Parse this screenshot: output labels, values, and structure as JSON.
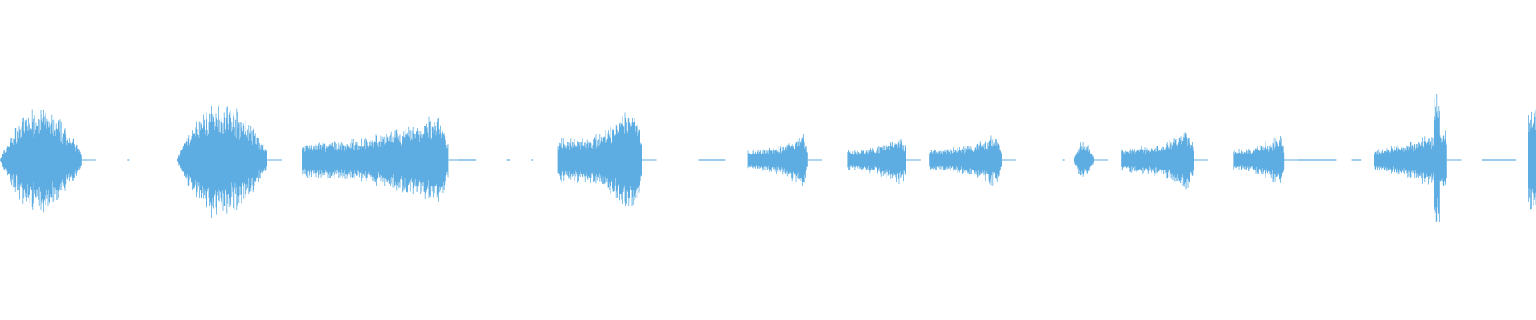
{
  "waveform": {
    "color": "#5dade2",
    "background": "#ffffff",
    "segments": [
      {
        "start": 0.0,
        "end": 0.053,
        "peak": 0.19,
        "shape": "swell"
      },
      {
        "start": 0.083,
        "end": 0.084,
        "peak": 0.01,
        "shape": "dot"
      },
      {
        "start": 0.115,
        "end": 0.174,
        "peak": 0.21,
        "shape": "swell"
      },
      {
        "start": 0.197,
        "end": 0.292,
        "peak": 0.17,
        "shape": "rise"
      },
      {
        "start": 0.298,
        "end": 0.31,
        "peak": 0.01,
        "shape": "dot"
      },
      {
        "start": 0.33,
        "end": 0.332,
        "peak": 0.01,
        "shape": "dot"
      },
      {
        "start": 0.346,
        "end": 0.347,
        "peak": 0.01,
        "shape": "dot"
      },
      {
        "start": 0.363,
        "end": 0.418,
        "peak": 0.24,
        "shape": "rise-fast"
      },
      {
        "start": 0.455,
        "end": 0.472,
        "peak": 0.01,
        "shape": "dot"
      },
      {
        "start": 0.487,
        "end": 0.526,
        "peak": 0.12,
        "shape": "rise-fast"
      },
      {
        "start": 0.552,
        "end": 0.59,
        "peak": 0.1,
        "shape": "rise"
      },
      {
        "start": 0.605,
        "end": 0.652,
        "peak": 0.1,
        "shape": "rise"
      },
      {
        "start": 0.692,
        "end": 0.693,
        "peak": 0.01,
        "shape": "dot"
      },
      {
        "start": 0.699,
        "end": 0.712,
        "peak": 0.07,
        "shape": "swell"
      },
      {
        "start": 0.73,
        "end": 0.777,
        "peak": 0.14,
        "shape": "rise-fast"
      },
      {
        "start": 0.803,
        "end": 0.836,
        "peak": 0.1,
        "shape": "rise"
      },
      {
        "start": 0.845,
        "end": 0.87,
        "peak": 0.01,
        "shape": "dot"
      },
      {
        "start": 0.88,
        "end": 0.886,
        "peak": 0.01,
        "shape": "dot"
      },
      {
        "start": 0.895,
        "end": 0.942,
        "peak": 0.27,
        "shape": "spike"
      },
      {
        "start": 0.965,
        "end": 0.987,
        "peak": 0.01,
        "shape": "dot"
      },
      {
        "start": 0.995,
        "end": 1.0,
        "peak": 0.2,
        "shape": "block"
      }
    ]
  }
}
